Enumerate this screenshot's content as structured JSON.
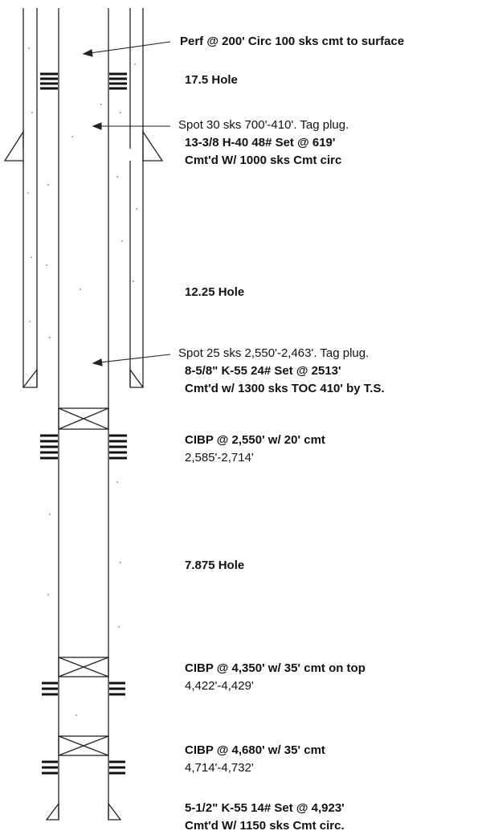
{
  "annotations": {
    "perf_circ": "Perf @ 200' Circ 100 sks cmt to surface",
    "hole_17_5": "17.5 Hole",
    "spot_30": "Spot 30 sks 700'-410'. Tag plug.",
    "surface_casing": "13-3/8 H-40 48#  Set @ 619'",
    "surface_cement": "Cmt'd W/ 1000 sks Cmt circ",
    "hole_12_25": "12.25 Hole",
    "spot_25": "Spot 25 sks 2,550'-2,463'. Tag plug.",
    "intermediate_casing": "8-5/8\" K-55 24#  Set @ 2513'",
    "intermediate_cement": "Cmt'd w/ 1300 sks TOC 410' by T.S.",
    "cibp_1": "CIBP @ 2,550' w/ 20' cmt",
    "perfs_1": "2,585'-2,714'",
    "hole_7_875": "7.875 Hole",
    "cibp_2": "CIBP @ 4,350' w/ 35' cmt on top",
    "perfs_2": "4,422'-4,429'",
    "cibp_3": "CIBP @ 4,680' w/ 35' cmt",
    "perfs_3": "4,714'-4,732'",
    "production_casing": "5-1/2\" K-55 14# Set @ 4,923'",
    "production_cement": "Cmt'd W/ 1150 sks Cmt circ."
  },
  "colors": {
    "line": "#222222",
    "text": "#111111"
  }
}
